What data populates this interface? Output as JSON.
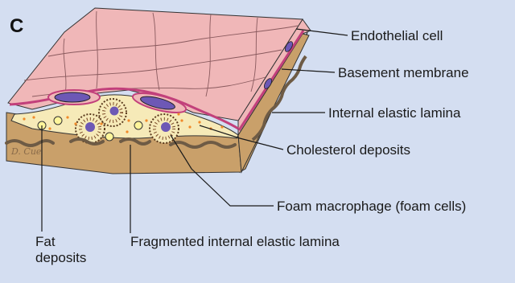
{
  "panel_label": "C",
  "artist_signature": "D. Cue",
  "labels": {
    "endothelial_cell": "Endothelial cell",
    "basement_membrane": "Basement membrane",
    "internal_elastic_lamina": "Internal elastic lamina",
    "cholesterol_deposits": "Cholesterol deposits",
    "foam_macrophage": "Foam macrophage (foam cells)",
    "fat_deposits_line1": "Fat",
    "fat_deposits_line2": "deposits",
    "fragmented_lamina": "Fragmented internal elastic lamina"
  },
  "colors": {
    "background": "#d4def1",
    "endothelium": "#f0b7b8",
    "basement": "#c2407b",
    "tissue": "#c9a06a",
    "plaque": "#f6eab8",
    "lamina": "#6e5b45",
    "nucleus": "#6d58b5"
  }
}
